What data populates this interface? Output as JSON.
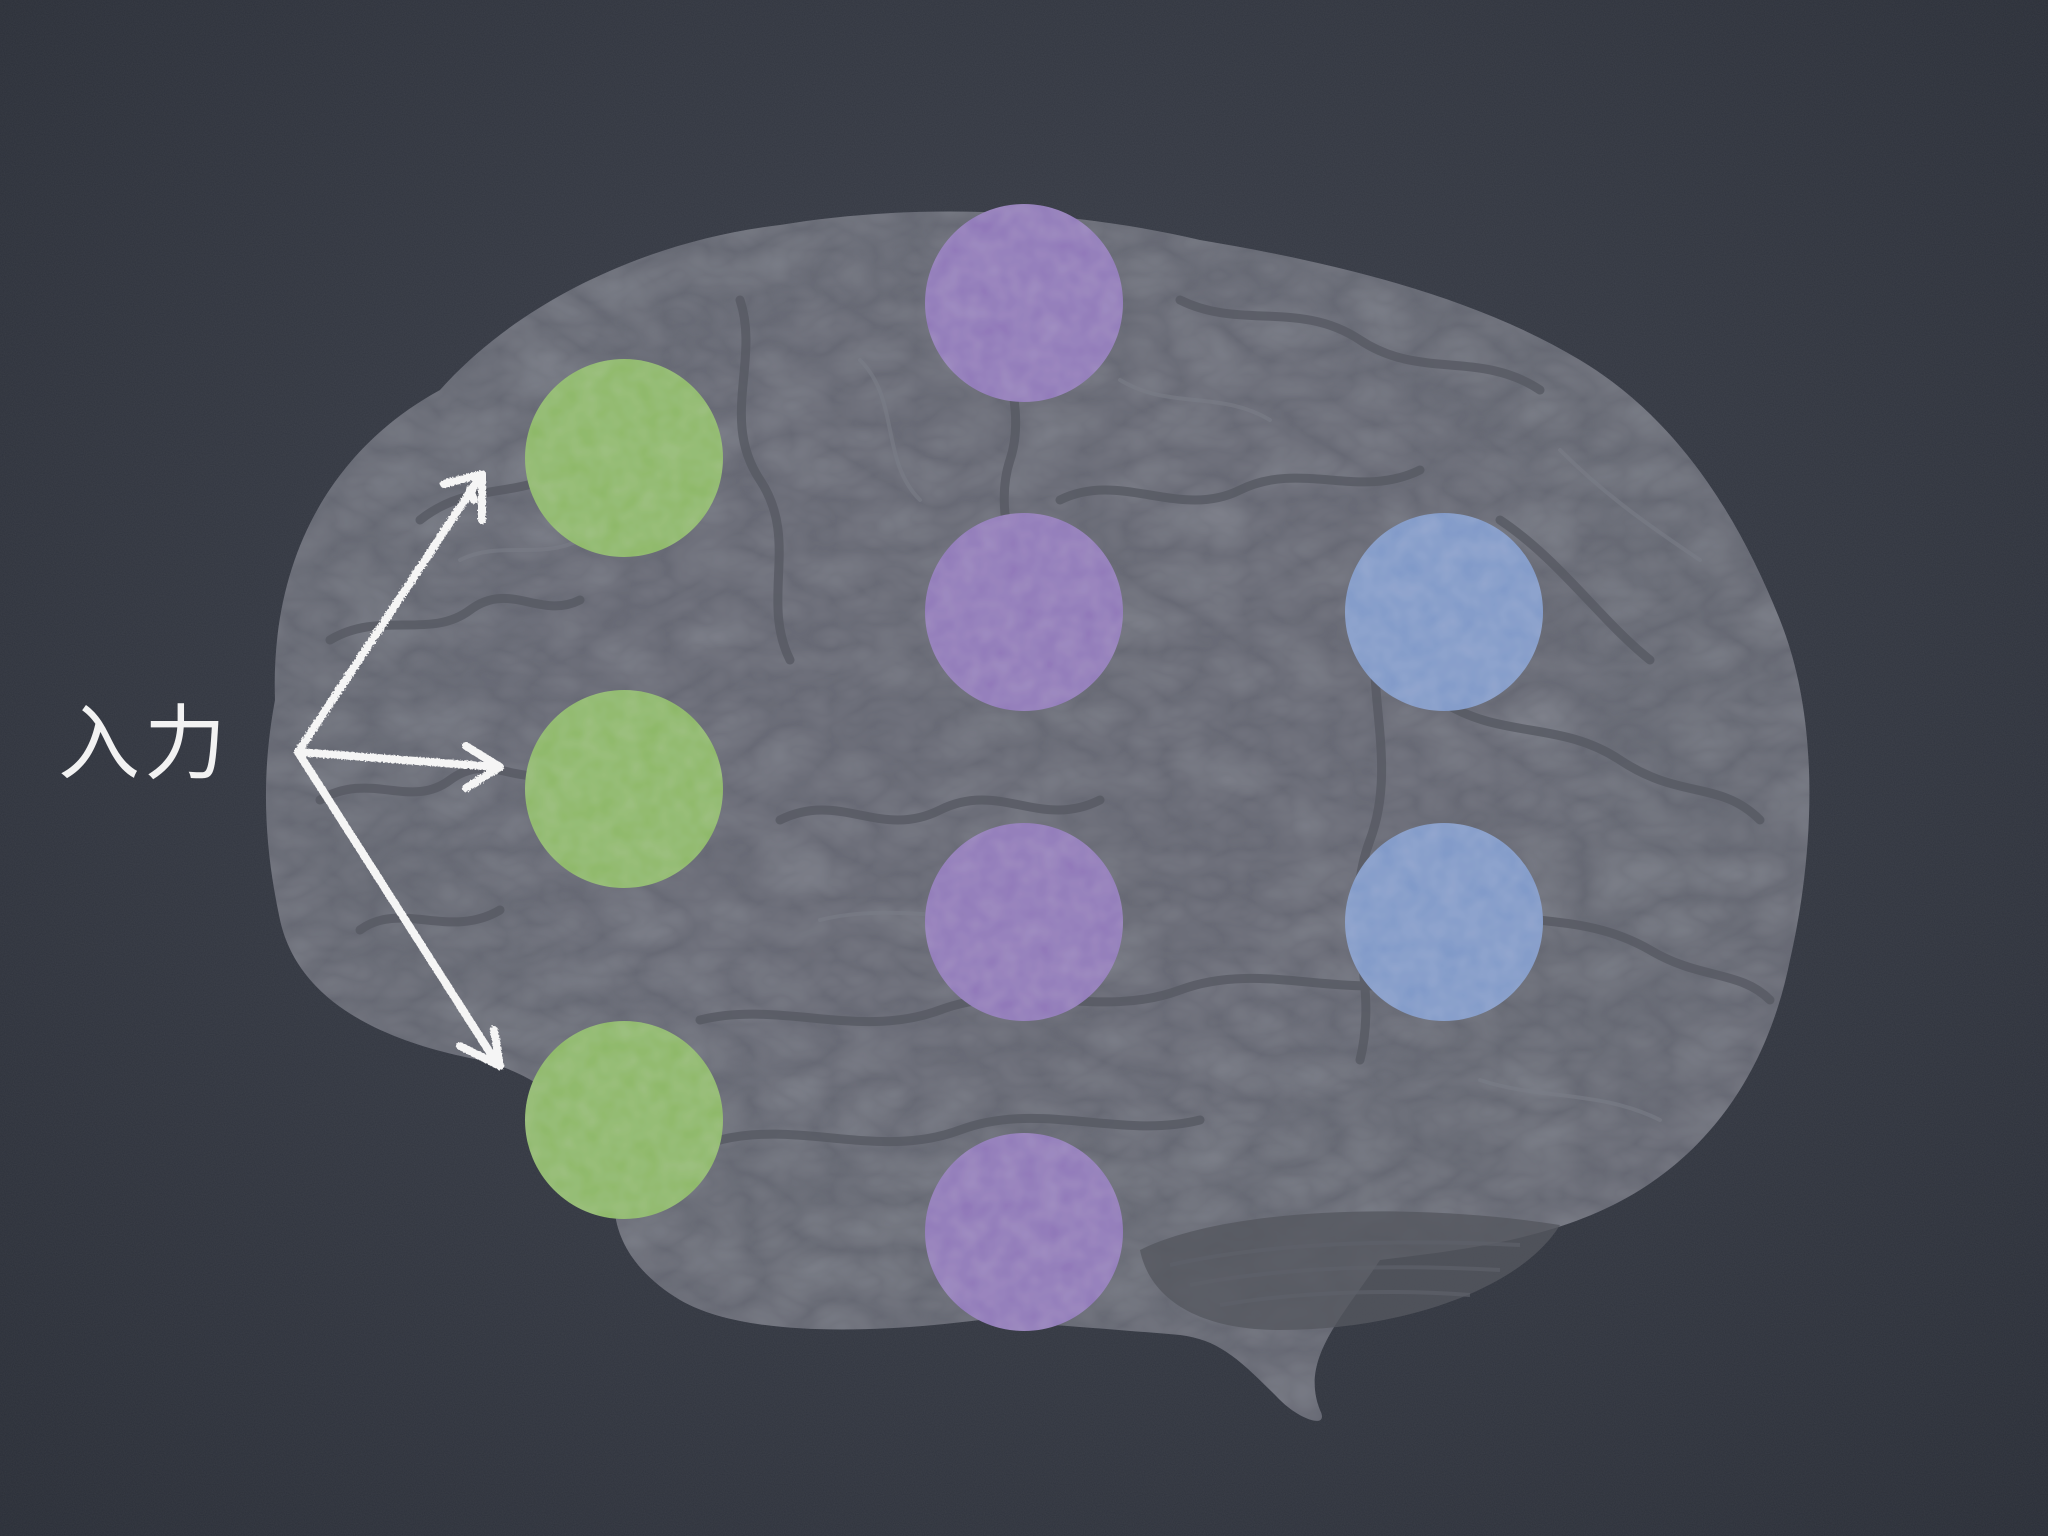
{
  "slide": {
    "input_label": "入力"
  },
  "colors": {
    "background": "#353943",
    "brain": "#6c6f79",
    "input_node": "#8bb764",
    "hidden_node": "#8e76b8",
    "output_node": "#7e98c8",
    "chalk": "#f5f5f5"
  },
  "layers": [
    {
      "name": "input",
      "node_count": 3,
      "color_key": "input_node"
    },
    {
      "name": "hidden",
      "node_count": 4,
      "color_key": "hidden_node"
    },
    {
      "name": "output",
      "node_count": 2,
      "color_key": "output_node"
    }
  ],
  "icons": {
    "brain": "brain-silhouette",
    "arrow": "chalk-arrow"
  }
}
